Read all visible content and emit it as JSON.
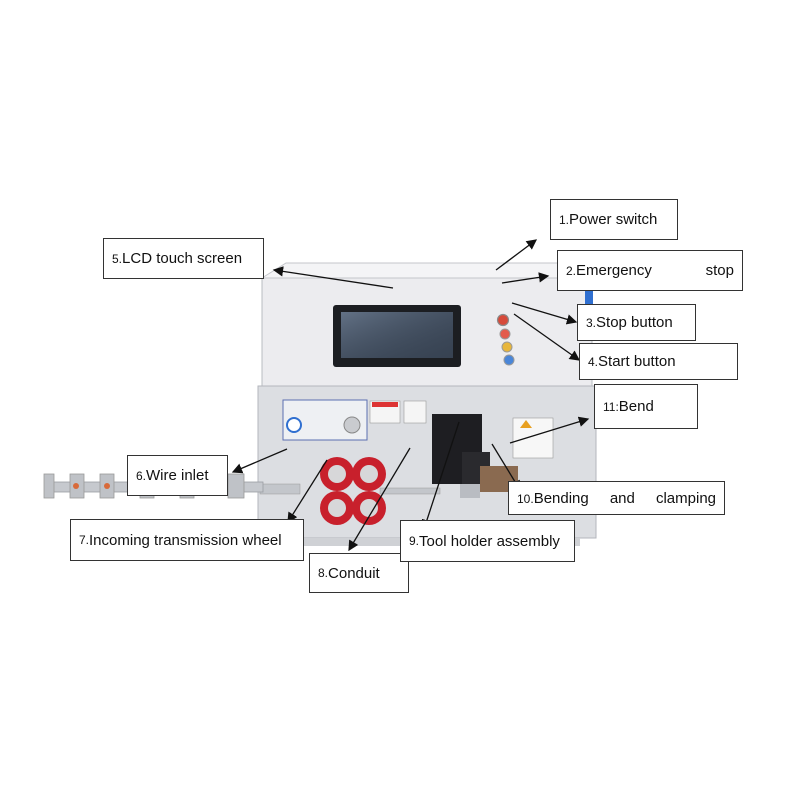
{
  "callouts": [
    {
      "id": 1,
      "num": "1.",
      "text": "Power switch"
    },
    {
      "id": 2,
      "num": "2.",
      "text_a": "Emergency",
      "text_b": "stop"
    },
    {
      "id": 3,
      "num": "3.",
      "text": "Stop button"
    },
    {
      "id": 4,
      "num": "4.",
      "text": "Start button"
    },
    {
      "id": 5,
      "num": "5.",
      "text": "LCD touch screen"
    },
    {
      "id": 6,
      "num": "6.",
      "text": "Wire inlet"
    },
    {
      "id": 7,
      "num": "7.",
      "text": "Incoming transmission wheel"
    },
    {
      "id": 8,
      "num": "8. ",
      "text": "Conduit"
    },
    {
      "id": 9,
      "num": "9.",
      "text": "Tool holder assembly"
    },
    {
      "id": 10,
      "num": "10.",
      "text_a": "Bending",
      "text_b": "and",
      "text_c": "clamping"
    },
    {
      "id": 11,
      "num": "11:",
      "text": "Bend"
    }
  ],
  "colors": {
    "machine_body": "#e9e9ec",
    "front_panel": "#d6d8dc",
    "screen": "#2a2d33",
    "roller_red": "#c8202c",
    "tool_black": "#1e1e22",
    "blue_tab": "#2f6fd0"
  }
}
